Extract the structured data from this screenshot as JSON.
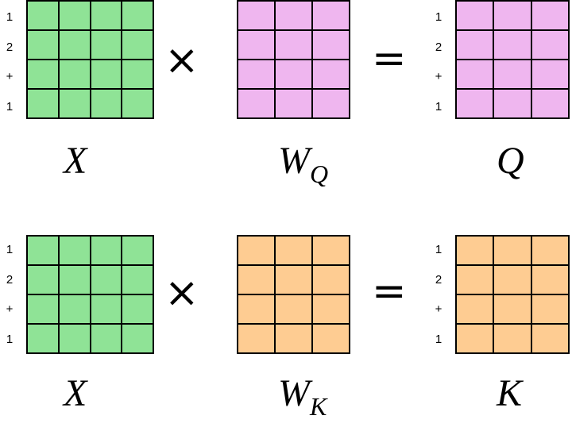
{
  "colors": {
    "x_fill": "#8FE396",
    "q_fill": "#EFB6EF",
    "k_fill": "#FECC92",
    "grid_line": "#000000"
  },
  "row_labels": [
    "1",
    "2",
    "+",
    "1"
  ],
  "operators": {
    "times": "×",
    "equals": "="
  },
  "equations": [
    {
      "input_name": "X",
      "weight_name": "W",
      "weight_subscript": "Q",
      "result_name": "Q",
      "input_shape": [
        4,
        4
      ],
      "weight_shape": [
        4,
        3
      ],
      "result_shape": [
        4,
        3
      ],
      "weight_color_key": "q_fill"
    },
    {
      "input_name": "X",
      "weight_name": "W",
      "weight_subscript": "K",
      "result_name": "K",
      "input_shape": [
        4,
        4
      ],
      "weight_shape": [
        4,
        3
      ],
      "result_shape": [
        4,
        3
      ],
      "weight_color_key": "k_fill"
    }
  ]
}
